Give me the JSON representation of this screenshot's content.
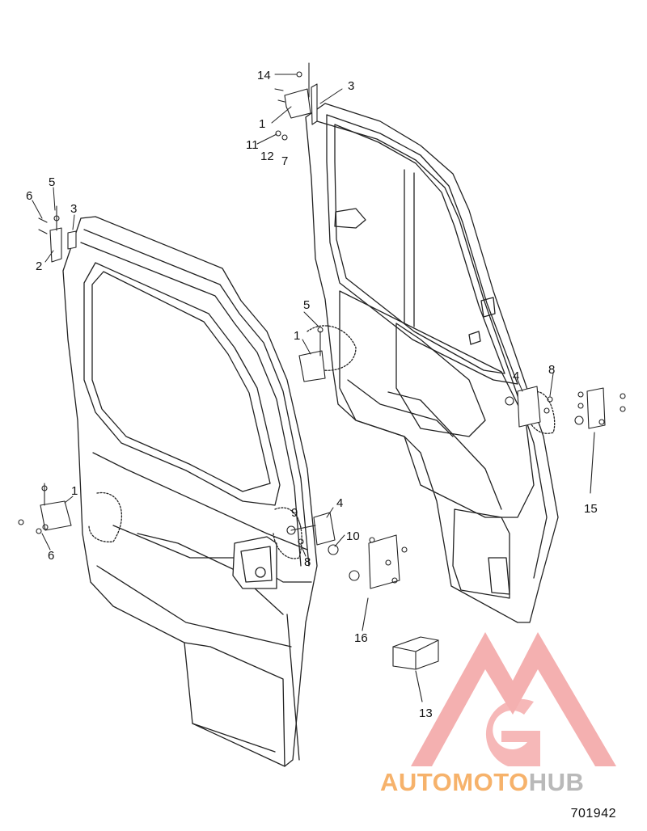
{
  "diagram": {
    "figure_id": "701942",
    "callouts": {
      "c1_top": "1",
      "c1_mid": "1",
      "c1_bot": "1",
      "c2": "2",
      "c3_top": "3",
      "c3_left": "3",
      "c4_left": "4",
      "c4_right": "4",
      "c5_left": "5",
      "c5_mid": "5",
      "c6_top": "6",
      "c6_bot": "6",
      "c7": "7",
      "c8_left": "8",
      "c8_right": "8",
      "c9": "9",
      "c10": "10",
      "c11": "11",
      "c12": "12",
      "c13": "13",
      "c14": "14",
      "c15": "15",
      "c16": "16"
    }
  },
  "watermark": {
    "part_a": "AUTOMOTO",
    "part_b": "HUB",
    "color_a": "#f6b26b",
    "color_b": "#b9b9b9",
    "logo_color": "#f0a0a0"
  }
}
